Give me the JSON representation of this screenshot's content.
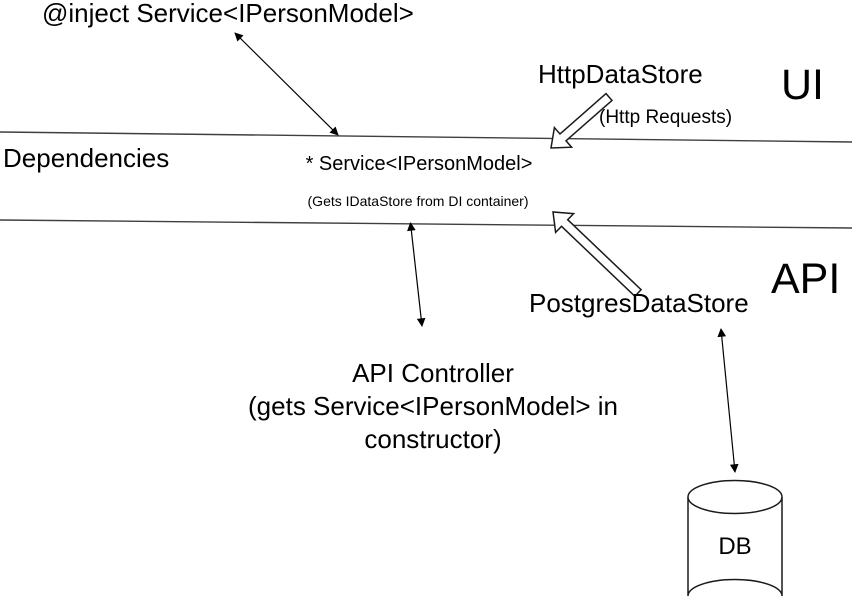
{
  "colors": {
    "background": "#ffffff",
    "ink": "#000000",
    "divider_line": "#3f3f3f"
  },
  "ui_layer": {
    "inject_label": "@inject Service<IPersonModel>",
    "http_data_store_label": "HttpDataStore",
    "http_requests_note": "(Http Requests)",
    "layer_label": "UI"
  },
  "dependencies_band": {
    "title": "Dependencies",
    "service_label": "* Service<IPersonModel>",
    "service_note": "(Gets IDataStore from DI container)"
  },
  "api_layer": {
    "layer_label": "API",
    "postgres_data_store_label": "PostgresDataStore",
    "api_controller_line1": "API Controller",
    "api_controller_line2": "(gets Service<IPersonModel> in",
    "api_controller_line3": "constructor)",
    "db_label": "DB"
  }
}
